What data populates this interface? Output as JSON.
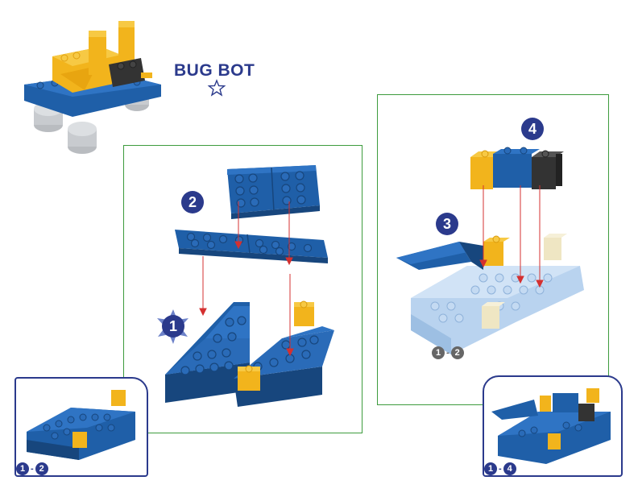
{
  "title": "BUG BOT",
  "steps": {
    "s1": "1",
    "s2": "2",
    "s3": "3",
    "s4": "4"
  },
  "ranges": {
    "left_inset": {
      "from": "1",
      "sep": "-",
      "to": "2"
    },
    "mid": {
      "from": "1",
      "sep": "-",
      "to": "2"
    },
    "right_inset": {
      "from": "1",
      "sep": "-",
      "to": "4"
    }
  },
  "colors": {
    "blue": "#1f5fa8",
    "blue_dark": "#17467d",
    "yellow": "#f2b41c",
    "light_blue": "#b9d3ef",
    "black": "#333333",
    "cream": "#efe6c3",
    "frame_green": "#3d9b3d",
    "navy": "#2b3a8c",
    "arrow_red": "#d43030"
  }
}
